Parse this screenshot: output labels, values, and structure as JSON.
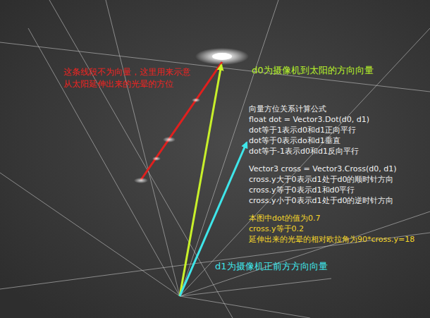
{
  "diagram": {
    "labels": [
      "这条线段不为向量，这里用来示意",
      "从太阳延伸出来的光晕的方位",
      "d0为摄像机到太阳的方向向量",
      "向量方位关系计算公式",
      "float dot = Vector3.Dot(d0, d1)",
      "dot等于1表示d0和d1正向平行",
      "dot等于0表示do和d1垂直",
      "dot等于-1表示d0和d1反向平行",
      "Vector3 cross = Vector3.Cross(d0, d1)",
      "cross.y大于0表示d1处于d0的顺时针方向",
      "cross.y等于0表示d1和d0平行",
      "cross.y小于0表示d1处于d0的逆时针方向",
      "本图中dot的值为0.7",
      "cross.y等于0.2",
      "延伸出来的光晕的相对欧拉角为90*cross.y=18",
      "d1为摄像机正前方方向向量"
    ]
  }
}
